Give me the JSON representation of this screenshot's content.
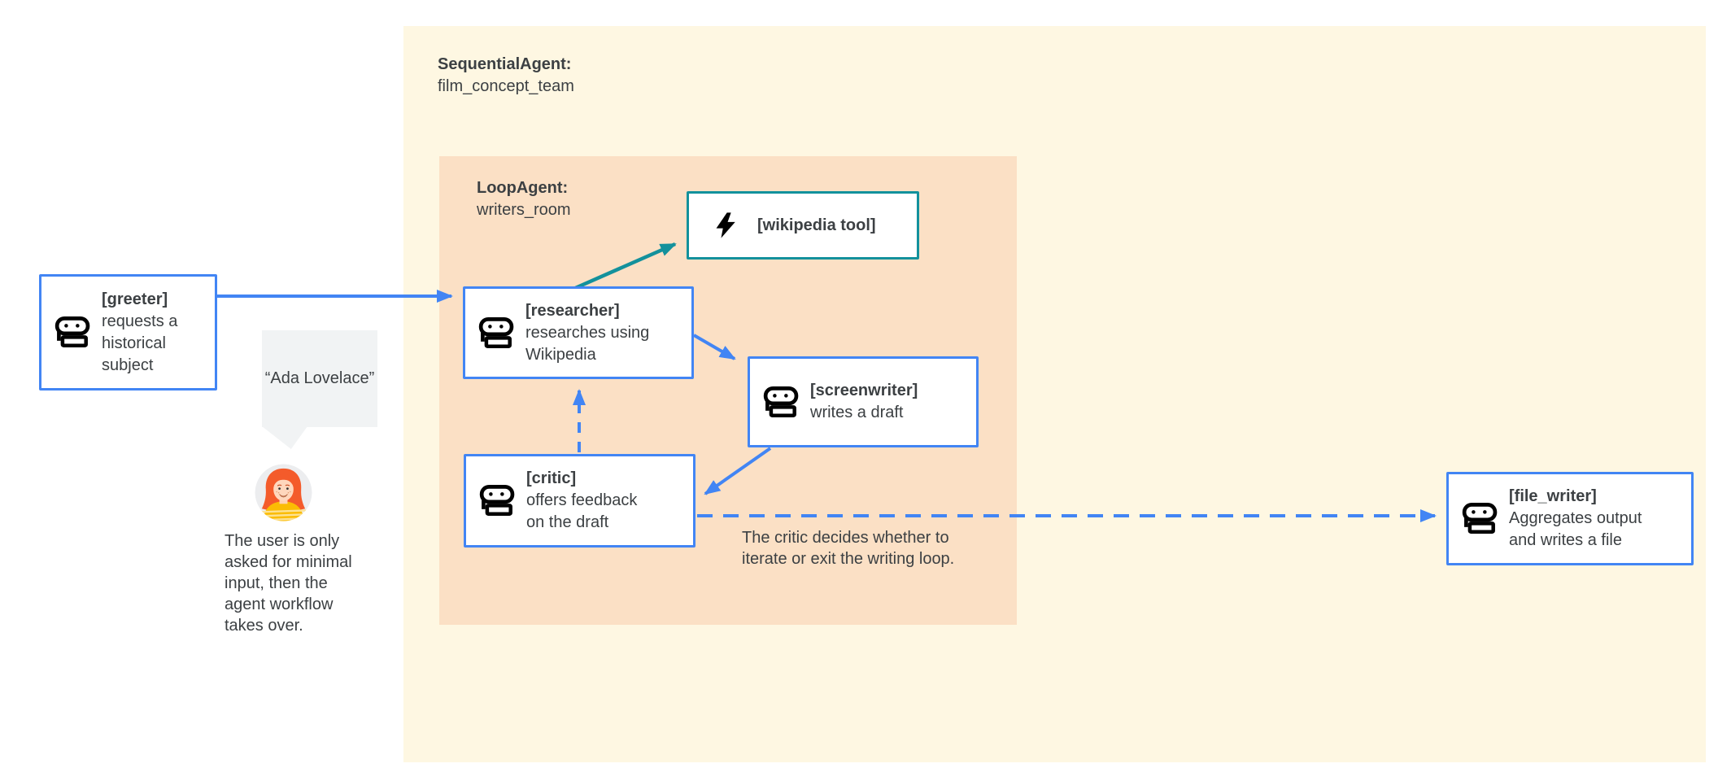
{
  "diagram": {
    "sequential_agent": {
      "type_label": "SequentialAgent:",
      "name": "film_concept_team"
    },
    "loop_agent": {
      "type_label": "LoopAgent:",
      "name": "writers_room"
    },
    "nodes": {
      "greeter": {
        "title": "[greeter]",
        "desc": "requests a historical subject"
      },
      "researcher": {
        "title": "[researcher]",
        "desc": "researches using Wikipedia"
      },
      "wikipedia_tool": {
        "title": "[wikipedia tool]"
      },
      "screenwriter": {
        "title": "[screenwriter]",
        "desc": "writes a draft"
      },
      "critic": {
        "title": "[critic]",
        "desc": "offers feedback on the draft"
      },
      "file_writer": {
        "title": "[file_writer]",
        "desc": "Aggregates output and writes a file"
      }
    },
    "annotations": {
      "user_quote": "“Ada Lovelace”",
      "user_note": "The user is only asked for minimal input, then the agent workflow takes over.",
      "critic_note": "The critic decides whether to iterate or exit the writing loop."
    },
    "icons": {
      "robot": "robot-icon",
      "bolt": "bolt-icon",
      "user": "user-avatar"
    },
    "colors": {
      "arrow_blue": "#4285F4",
      "tool_teal": "#13919C",
      "outer_panel": "#FEF7E2",
      "inner_panel": "#FBE0C5",
      "text": "#3C4043",
      "bubble_gray": "#F1F3F4"
    }
  }
}
